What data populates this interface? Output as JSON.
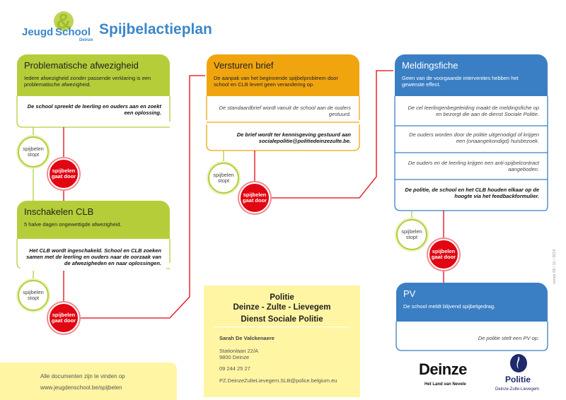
{
  "header": {
    "logo_line1": "Jeugd",
    "logo_amp": "&",
    "logo_line2": "School",
    "logo_sub": "Deinze",
    "title": "Spijbelactieplan"
  },
  "colors": {
    "green": "#b6cd3a",
    "orange": "#f0a50f",
    "blue": "#3a7fc4",
    "red": "#e20612",
    "yellow": "#fff5a3",
    "title_blue": "#3b87c8"
  },
  "columns": {
    "left": {
      "card1_title": "Problematische afwezigheid",
      "card1_desc": "Iedere afwezigheid zonder passende verklaring is een problematische afwezigheid.",
      "card1_step1": "De school spreekt de leerling en ouders aan en zoekt een oplossing.",
      "card2_title": "Inschakelen CLB",
      "card2_desc": "5 halve dagen ongewettigde afwezigheid.",
      "card2_step1": "Het CLB wordt ingeschakeld. School en CLB zoeken samen met de leerling en ouders naar de oorzaak van de afwezigheden en naar oplossingen."
    },
    "middle": {
      "title": "Versturen brief",
      "desc": "De aanpak van het beginnende spijbelprobleem door school en CLB levert geen verandering op.",
      "step1": "De standaardbrief wordt vanuit de school aan de ouders gestuurd.",
      "step2": "De brief wordt ter kennisgeving gestuurd aan socialepolitie@politiedeinzezulte.be."
    },
    "right": {
      "title": "Meldingsfiche",
      "desc": "Geen van de voorgaande interventies hebben het gewenste effect.",
      "step1": "De cel leerlingenbegeleiding maakt de meldingsfiche op en bezorgt die aan de dienst Sociale Politie.",
      "step2": "De ouders worden door de politie uitgenodigd of krijgen een (onaangekondigd) huisbezoek.",
      "step3": "De ouders en de leerling krijgen een anti-spijbelcontract aangeboden.",
      "step4": "De politie, de school en het CLB houden elkaar op de hoogte via het feedbackformulier.",
      "pv_title": "PV",
      "pv_desc": "De school meldt blijvend spijbelgedrag.",
      "pv_step1": "De politie stelt een PV op."
    }
  },
  "circles": {
    "stop": "spijbelen stopt",
    "go": "spijbelen gaat door"
  },
  "contact": {
    "title1": "Politie",
    "title2": "Deinze - Zulte - Lievegem",
    "title3": "Dienst Sociale Politie",
    "name": "Sarah De Valckenaere",
    "street": "Stationlaan 22/A",
    "city": "9800 Deinze",
    "phone": "09 244 25 27",
    "email": "PZ.DeinzeZulteLievegem.SLB@police.belgium.eu"
  },
  "docs": {
    "line1": "Alle documenten zijn te vinden op",
    "line2": "www.jeugdenschool.be/spijbelen"
  },
  "version": "versie 08 / 11 / 2019",
  "logos": {
    "deinze": "Deinze",
    "deinze_sub": "Het Land van Nevele",
    "politie": "Politie",
    "politie_sub": "Deinze-Zulte-Lievegem"
  }
}
